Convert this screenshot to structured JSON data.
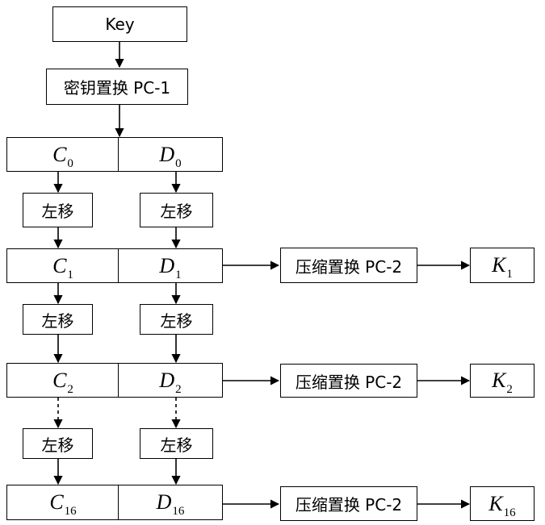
{
  "key_label": "Key",
  "pc1_label": "密钥置换 PC-1",
  "shift_label": "左移",
  "pc2_label": "压缩置换 PC-2",
  "rows": [
    {
      "c": "C",
      "c_sub": "0",
      "d": "D",
      "d_sub": "0"
    },
    {
      "c": "C",
      "c_sub": "1",
      "d": "D",
      "d_sub": "1",
      "k": "K",
      "k_sub": "1"
    },
    {
      "c": "C",
      "c_sub": "2",
      "d": "D",
      "d_sub": "2",
      "k": "K",
      "k_sub": "2"
    },
    {
      "c": "C",
      "c_sub": "16",
      "d": "D",
      "d_sub": "16",
      "k": "K",
      "k_sub": "16"
    }
  ]
}
